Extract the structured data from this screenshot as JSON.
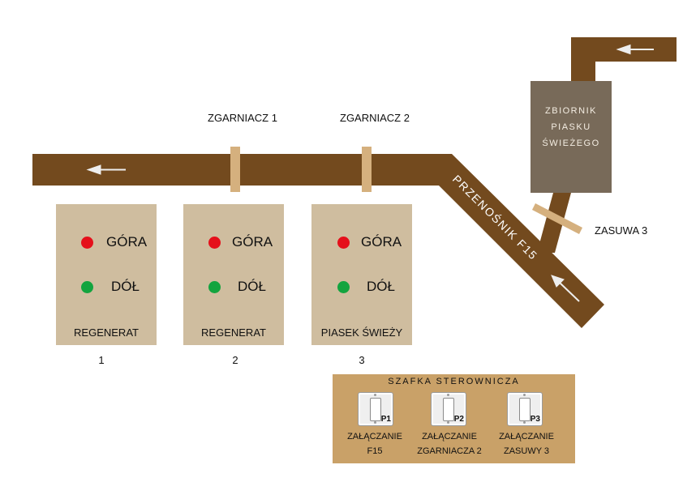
{
  "conveyor": {
    "label": "PRZENOŚNIK F15"
  },
  "scrapers": [
    {
      "label": "ZGARNIACZ 1"
    },
    {
      "label": "ZGARNIACZ 2"
    }
  ],
  "tank": {
    "line1": "ZBIORNIK",
    "line2": "PIASKU",
    "line3": "ŚWIEŻEGO"
  },
  "valve": {
    "label": "ZASUWA 3"
  },
  "panels": [
    {
      "up": "GÓRA",
      "down": "DÓŁ",
      "name": "REGENERAT",
      "number": "1"
    },
    {
      "up": "GÓRA",
      "down": "DÓŁ",
      "name": "REGENERAT",
      "number": "2"
    },
    {
      "up": "GÓRA",
      "down": "DÓŁ",
      "name": "PIASEK ŚWIEŻY",
      "number": "3"
    }
  ],
  "cabinet": {
    "title": "SZAFKA STEROWNICZA",
    "switches": [
      {
        "code": "P1",
        "line1": "ZAŁĄCZANIE",
        "line2": "F15"
      },
      {
        "code": "P2",
        "line1": "ZAŁĄCZANIE",
        "line2": "ZGARNIACZA 2"
      },
      {
        "code": "P3",
        "line1": "ZAŁĄCZANIE",
        "line2": "ZASUWY 3"
      }
    ]
  },
  "colors": {
    "conveyor": "#734a1e",
    "scraper": "#d5b07e",
    "panel": "#cfbd9f",
    "tank": "#786a59",
    "cabinet": "#c9a168",
    "indicator_up": "#e5101b",
    "indicator_down": "#13a43f"
  }
}
